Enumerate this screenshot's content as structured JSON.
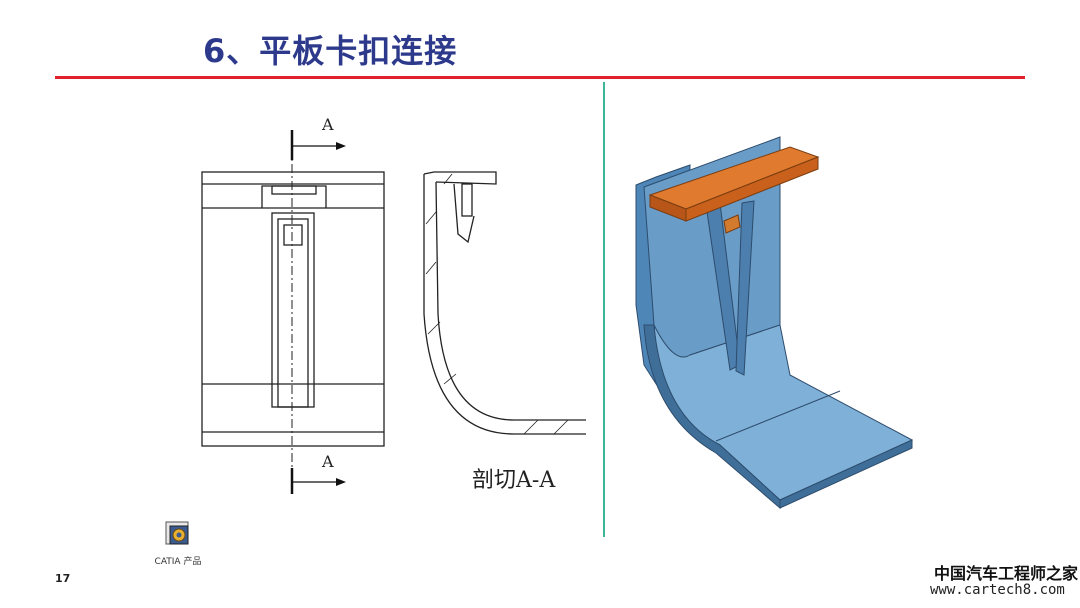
{
  "slide": {
    "title": "6、平板卡扣连接",
    "page_number": "17"
  },
  "drawing": {
    "arrow_label_top": "A",
    "arrow_label_bottom": "A",
    "section_caption": "剖切A-A"
  },
  "attachment": {
    "icon": "catia-product-icon",
    "label": "CATIA 产品"
  },
  "watermark": {
    "site_name": "中国汽车工程师之家",
    "url": "www.cartech8.com"
  },
  "colors": {
    "title": "#2d3a8c",
    "title_rule": "#e0202a",
    "divider": "#3fb59a",
    "model_body": "#6a9cc8",
    "model_tab": "#e07a2e"
  }
}
